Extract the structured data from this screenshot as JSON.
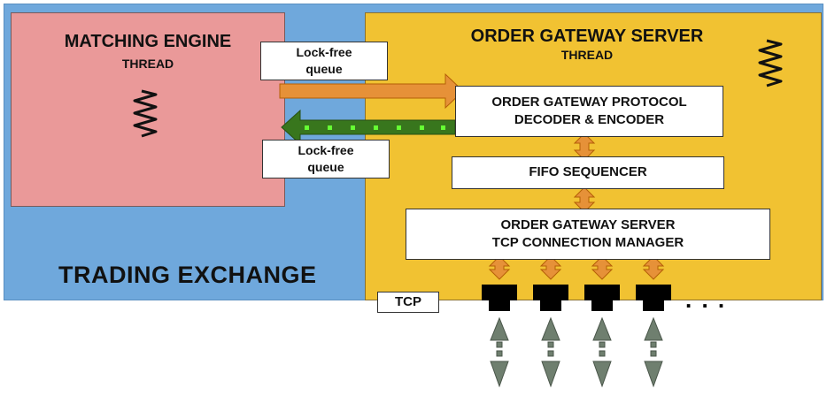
{
  "exchange": {
    "label": "TRADING EXCHANGE"
  },
  "matching_engine": {
    "title": "MATCHING ENGINE",
    "subtitle": "THREAD",
    "icon": "spring-icon"
  },
  "order_gateway": {
    "title": "ORDER GATEWAY SERVER",
    "subtitle": "THREAD",
    "icon": "spring-icon"
  },
  "queues": {
    "top": {
      "line1": "Lock-free",
      "line2": "queue"
    },
    "bottom": {
      "line1": "Lock-free",
      "line2": "queue"
    }
  },
  "components": {
    "protocol": {
      "line1": "ORDER GATEWAY PROTOCOL",
      "line2": "DECODER & ENCODER"
    },
    "sequencer": {
      "line1": "FIFO SEQUENCER"
    },
    "tcp_manager": {
      "line1": "ORDER GATEWAY SERVER",
      "line2": "TCP CONNECTION MANAGER"
    }
  },
  "tcp_label": "TCP",
  "ellipsis": ". . .",
  "colors": {
    "exchange": "#6fa8dc",
    "matching_engine": "#ea9999",
    "order_gateway": "#f1c232",
    "arrow_orange": "#e69138",
    "arrow_green": "#38761d",
    "client_arrow": "#6f7f6f"
  }
}
